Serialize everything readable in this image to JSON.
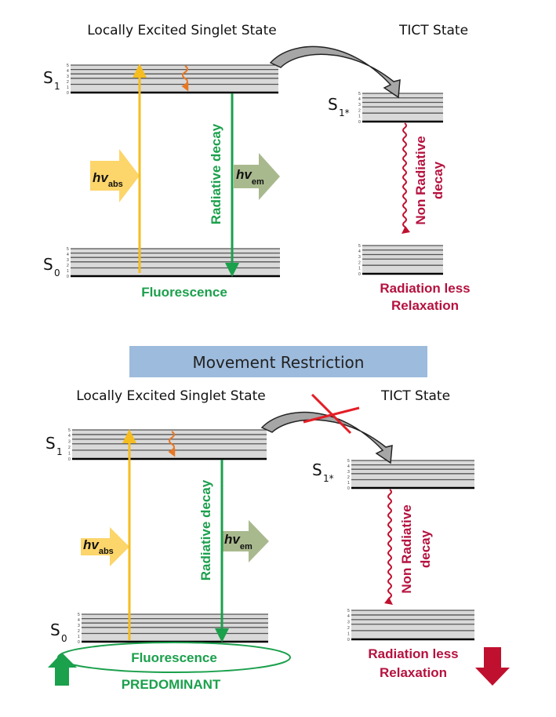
{
  "top_panel": {
    "left_title": "Locally Excited Singlet State",
    "right_title": "TICT State",
    "s1_label": "S",
    "s1_sub": "1",
    "s0_label": "S",
    "s0_sub": "0",
    "s1star_label": "S",
    "s1star_sub": "1*",
    "hv_abs": "hv",
    "hv_abs_sub": "abs",
    "hv_em": "hv",
    "hv_em_sub": "em",
    "radiative": "Radiative decay",
    "nonrad_1": "Non Radiative",
    "nonrad_2": "decay",
    "fluorescence": "Fluorescence",
    "relax_1": "Radiation less",
    "relax_2": "Relaxation"
  },
  "middle": {
    "banner": "Movement Restriction"
  },
  "bottom_panel": {
    "left_title": "Locally Excited Singlet State",
    "right_title": "TICT State",
    "s1_label": "S",
    "s1_sub": "1",
    "s0_label": "S",
    "s0_sub": "0",
    "s1star_label": "S",
    "s1star_sub": "1*",
    "hv_abs": "hv",
    "hv_abs_sub": "abs",
    "hv_em": "hv",
    "hv_em_sub": "em",
    "radiative": "Radiative decay",
    "nonrad_1": "Non Radiative",
    "nonrad_2": "decay",
    "fluorescence": "Fluorescence",
    "predominant": "PREDOMINANT",
    "relax_1": "Radiation less",
    "relax_2": "Relaxation"
  },
  "level_ticks": [
    "0",
    "1",
    "2",
    "3",
    "4",
    "5"
  ],
  "colors": {
    "absorption": "#f5bd1f",
    "emission": "#1ba04c",
    "nonradiative": "#c0102f",
    "vibrational": "#e87722",
    "banner": "#9dbbdc",
    "band": "#d9d9d9"
  }
}
